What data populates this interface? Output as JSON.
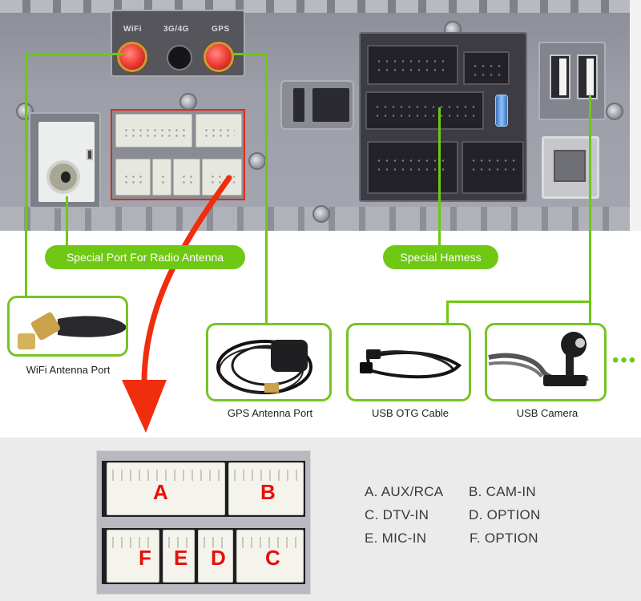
{
  "panel": {
    "plate_labels": {
      "wifi": "WiFi",
      "threeg": "3G/4G",
      "gps": "GPS"
    }
  },
  "callouts": {
    "radio_antenna": "Special Port For Radio Antenna",
    "harness": "Special Hamess"
  },
  "accessories": [
    {
      "id": "wifi",
      "caption": "WiFi Antenna Port",
      "icon": "wifi-antenna-image"
    },
    {
      "id": "gps",
      "caption": "GPS Antenna Port",
      "icon": "gps-antenna-image"
    },
    {
      "id": "otg",
      "caption": "USB OTG Cable",
      "icon": "usb-otg-cable-image"
    },
    {
      "id": "camera",
      "caption": "USB Camera",
      "icon": "usb-camera-image"
    }
  ],
  "more_indicator": "•••",
  "connector_detail": {
    "letters": [
      "A",
      "B",
      "F",
      "E",
      "D",
      "C"
    ]
  },
  "legend": [
    {
      "key": "A",
      "text": "A. AUX/RCA"
    },
    {
      "key": "B",
      "text": "B. CAM-IN"
    },
    {
      "key": "C",
      "text": "C. DTV-IN"
    },
    {
      "key": "D",
      "text": "D. OPTION"
    },
    {
      "key": "E",
      "text": "E. MIC-IN"
    },
    {
      "key": "F",
      "text": "F. OPTION"
    }
  ],
  "colors": {
    "callout_green": "#6fc813",
    "card_border": "#77c423",
    "highlight_red": "#e02a18",
    "arrow_red": "#f02d0c",
    "letter_red": "#e5100a"
  }
}
